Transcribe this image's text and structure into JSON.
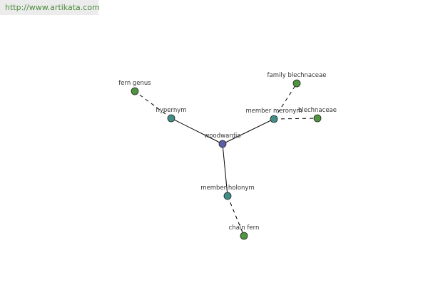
{
  "watermark": {
    "url": "http://www.artikata.com"
  },
  "colors": {
    "center": "#5b5fa8",
    "relation": "#3f8f86",
    "leaf": "#4f9440",
    "edge": "#000000"
  },
  "graph": {
    "center": {
      "id": "woodwardia",
      "label": "woodwardia"
    },
    "relations": [
      {
        "id": "hypernym",
        "label": "hypernym",
        "targets": [
          {
            "id": "fern-genus",
            "label": "fern genus"
          }
        ]
      },
      {
        "id": "member-meronym",
        "label": "member meronym",
        "targets": [
          {
            "id": "family-blechnaceae",
            "label": "family blechnaceae"
          },
          {
            "id": "blechnaceae",
            "label": "blechnaceae"
          }
        ]
      },
      {
        "id": "member-holonym",
        "label": "member holonym",
        "targets": [
          {
            "id": "chain-fern",
            "label": "chain fern"
          }
        ]
      }
    ]
  }
}
